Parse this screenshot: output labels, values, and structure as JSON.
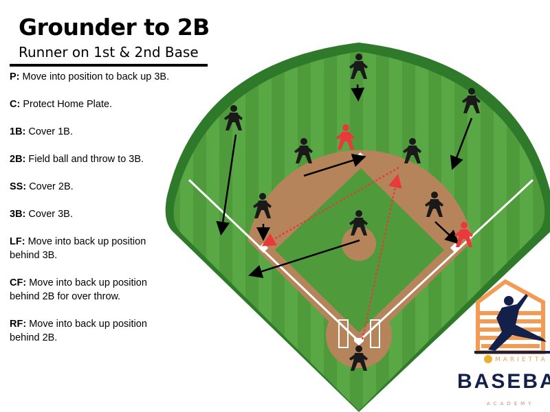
{
  "title": "Grounder to 2B",
  "subtitle": "Runner on 1st & 2nd Base",
  "notes": [
    {
      "pos": "P:",
      "text": " Move into position to back up 3B."
    },
    {
      "pos": "C:",
      "text": " Protect Home Plate."
    },
    {
      "pos": "1B:",
      "text": " Cover 1B."
    },
    {
      "pos": "2B:",
      "text": " Field ball and throw to 3B."
    },
    {
      "pos": "SS:",
      "text": " Cover 2B."
    },
    {
      "pos": "3B:",
      "text": " Cover 3B."
    },
    {
      "pos": "LF:",
      "text": " Move into back up position behind 3B."
    },
    {
      "pos": "CF:",
      "text": " Move into back up position behind 2B for over throw."
    },
    {
      "pos": "RF:",
      "text": " Move into back up position behind 2B."
    }
  ],
  "logo": {
    "top": "MARIETTA",
    "main": "BASEBALL",
    "bottom": "ACADEMY"
  },
  "colors": {
    "grass": "#4f9a3a",
    "border": "#2f7a2a",
    "dirt": "#b5845a",
    "runner": "#e83a3a",
    "fielder": "#1a1a1a",
    "logo_navy": "#13204a",
    "logo_orange": "#f39a55"
  }
}
